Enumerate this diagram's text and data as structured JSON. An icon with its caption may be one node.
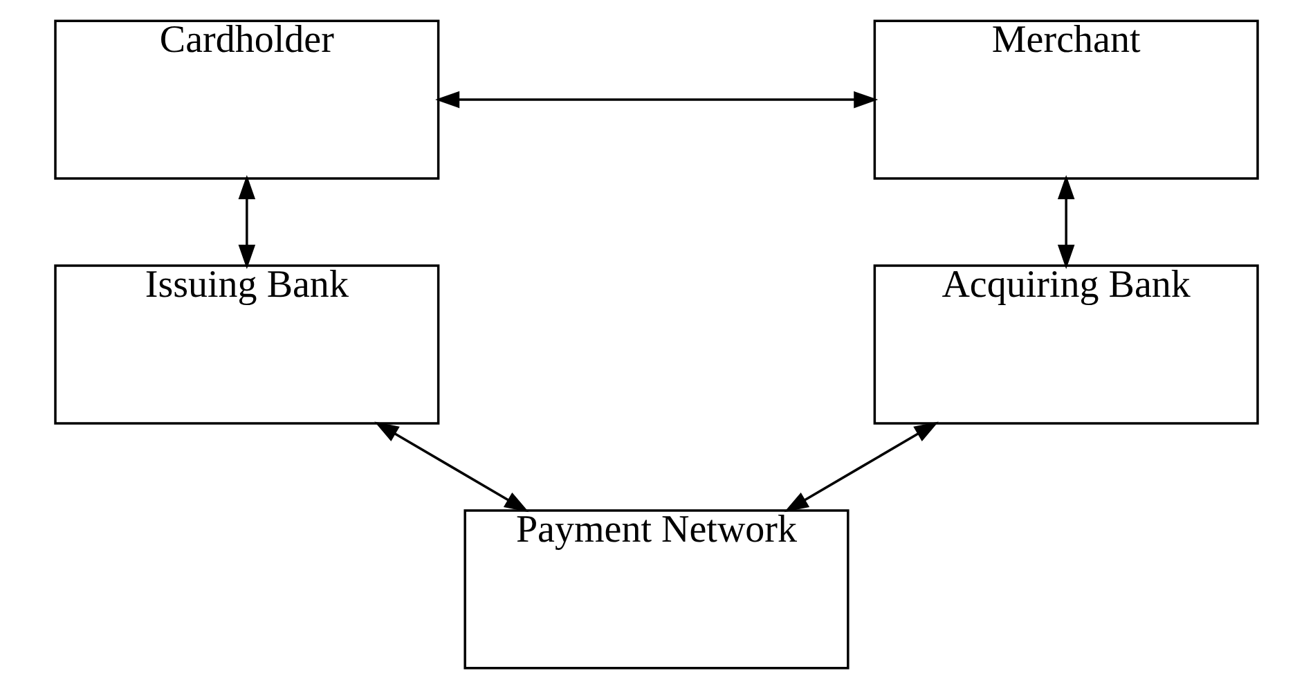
{
  "diagram": {
    "nodes": [
      {
        "text": [
          "Cardholder"
        ]
      },
      {
        "text": [
          "Merchant"
        ]
      },
      {
        "text": [
          "Issuing Bank"
        ]
      },
      {
        "text": [
          "Acquiring Bank"
        ]
      },
      {
        "text": [
          "Payment Network"
        ]
      }
    ],
    "edges": [
      {
        "from": 0,
        "to": 1,
        "arrow": "both"
      },
      {
        "from": 0,
        "to": 2,
        "arrow": "both"
      },
      {
        "from": 1,
        "to": 3,
        "arrow": "both"
      },
      {
        "from": 2,
        "to": 4,
        "arrow": "both"
      },
      {
        "from": 4,
        "to": 3,
        "arrow": "both"
      }
    ]
  }
}
